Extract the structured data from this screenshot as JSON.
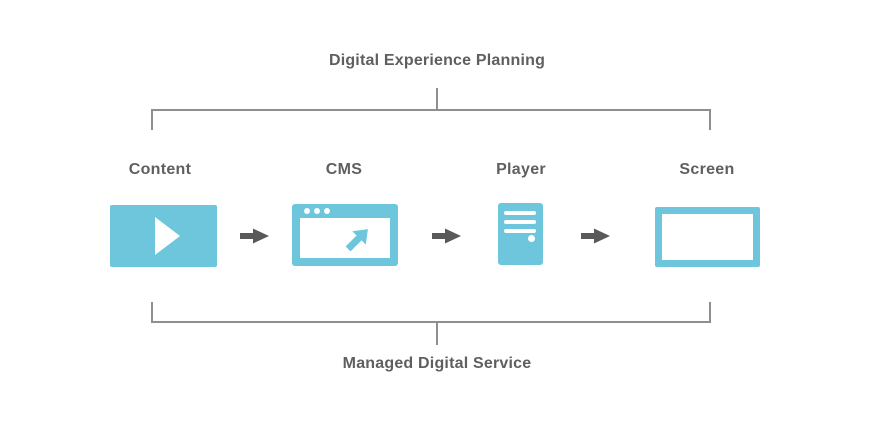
{
  "diagram": {
    "top_label": "Digital Experience Planning",
    "bottom_label": "Managed Digital Service",
    "steps": [
      {
        "label": "Content",
        "icon": "video-content-play-icon"
      },
      {
        "label": "CMS",
        "icon": "browser-window-cursor-icon"
      },
      {
        "label": "Player",
        "icon": "media-player-tower-icon"
      },
      {
        "label": "Screen",
        "icon": "display-screen-icon"
      }
    ],
    "colors": {
      "accent_blue": "#6ec6dd",
      "arrow_gray": "#58595b",
      "bracket_line_gray": "#8d8f92",
      "text_gray": "#5d5f61"
    }
  }
}
